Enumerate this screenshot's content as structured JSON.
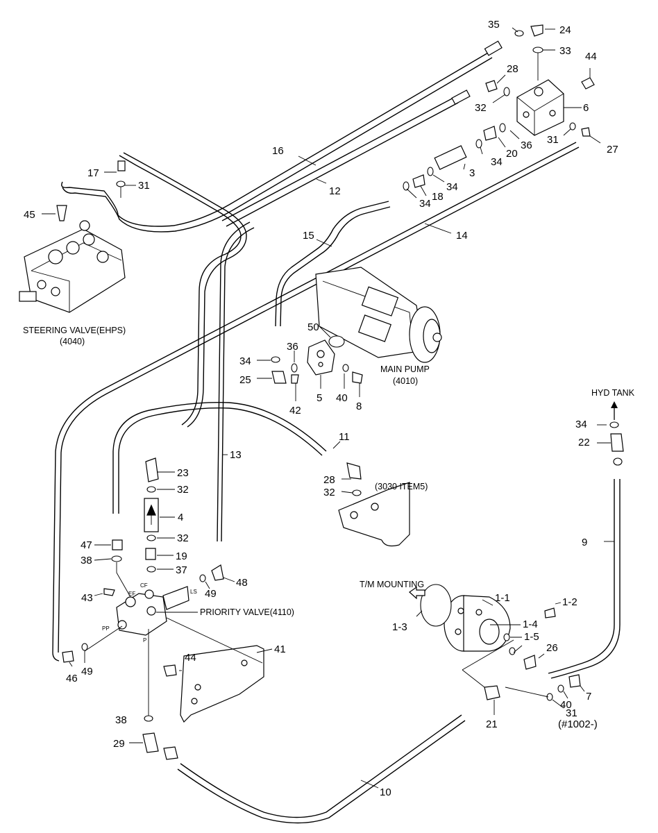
{
  "parts": [
    {
      "id": "p35",
      "num": "35"
    },
    {
      "id": "p24",
      "num": "24"
    },
    {
      "id": "p33",
      "num": "33"
    },
    {
      "id": "p44a",
      "num": "44"
    },
    {
      "id": "p28a",
      "num": "28"
    },
    {
      "id": "p32a",
      "num": "32"
    },
    {
      "id": "p6",
      "num": "6"
    },
    {
      "id": "p31a",
      "num": "31"
    },
    {
      "id": "p27",
      "num": "27"
    },
    {
      "id": "p36a",
      "num": "36"
    },
    {
      "id": "p20",
      "num": "20"
    },
    {
      "id": "p34a",
      "num": "34"
    },
    {
      "id": "p16",
      "num": "16"
    },
    {
      "id": "p3",
      "num": "3"
    },
    {
      "id": "p34b",
      "num": "34"
    },
    {
      "id": "p18",
      "num": "18"
    },
    {
      "id": "p34c",
      "num": "34"
    },
    {
      "id": "p12",
      "num": "12"
    },
    {
      "id": "p17",
      "num": "17"
    },
    {
      "id": "p31b",
      "num": "31"
    },
    {
      "id": "p14",
      "num": "14"
    },
    {
      "id": "p45",
      "num": "45"
    },
    {
      "id": "p15",
      "num": "15"
    },
    {
      "id": "p50",
      "num": "50"
    },
    {
      "id": "p36b",
      "num": "36"
    },
    {
      "id": "p34d",
      "num": "34"
    },
    {
      "id": "p25",
      "num": "25"
    },
    {
      "id": "p5",
      "num": "5"
    },
    {
      "id": "p40a",
      "num": "40"
    },
    {
      "id": "p8",
      "num": "8"
    },
    {
      "id": "p42",
      "num": "42"
    },
    {
      "id": "p11",
      "num": "11"
    },
    {
      "id": "p13",
      "num": "13"
    },
    {
      "id": "p23",
      "num": "23"
    },
    {
      "id": "p32b",
      "num": "32"
    },
    {
      "id": "p28b",
      "num": "28"
    },
    {
      "id": "p32c",
      "num": "32"
    },
    {
      "id": "p4",
      "num": "4"
    },
    {
      "id": "p32d",
      "num": "32"
    },
    {
      "id": "p47",
      "num": "47"
    },
    {
      "id": "p19",
      "num": "19"
    },
    {
      "id": "p38a",
      "num": "38"
    },
    {
      "id": "p37",
      "num": "37"
    },
    {
      "id": "p48",
      "num": "48"
    },
    {
      "id": "p49a",
      "num": "49"
    },
    {
      "id": "p43",
      "num": "43"
    },
    {
      "id": "p34e",
      "num": "34"
    },
    {
      "id": "p22",
      "num": "22"
    },
    {
      "id": "p9",
      "num": "9"
    },
    {
      "id": "p1_1",
      "num": "1-1"
    },
    {
      "id": "p1_2",
      "num": "1-2"
    },
    {
      "id": "p1_3",
      "num": "1-3"
    },
    {
      "id": "p1_4",
      "num": "1-4"
    },
    {
      "id": "p1_5",
      "num": "1-5"
    },
    {
      "id": "p26",
      "num": "26"
    },
    {
      "id": "p41",
      "num": "41"
    },
    {
      "id": "p44b",
      "num": "44"
    },
    {
      "id": "p46",
      "num": "46"
    },
    {
      "id": "p49b",
      "num": "49"
    },
    {
      "id": "p7",
      "num": "7"
    },
    {
      "id": "p40b",
      "num": "40"
    },
    {
      "id": "p31c",
      "num": "31"
    },
    {
      "id": "p21",
      "num": "21"
    },
    {
      "id": "p38b",
      "num": "38"
    },
    {
      "id": "p29",
      "num": "29"
    },
    {
      "id": "p10",
      "num": "10"
    }
  ],
  "labels": {
    "steering_valve": "STEERING VALVE(EHPS)",
    "steering_valve_code": "(4040)",
    "main_pump": "MAIN PUMP",
    "main_pump_code": "(4010)",
    "hyd_tank": "HYD TANK",
    "item_3030": "(3030 ITEM5)",
    "tm_mounting": "T/M MOUNTING",
    "priority_valve": "PRIORITY VALVE(4110)",
    "serial_note": "(#1002-)"
  },
  "port_marks": {
    "ef": "EF",
    "cf": "CF",
    "ls": "LS",
    "pp": "PP",
    "p": "P"
  },
  "icons": [
    "arrow-up-icon",
    "arrow-left-outline-icon",
    "flow-arrow-icon"
  ]
}
